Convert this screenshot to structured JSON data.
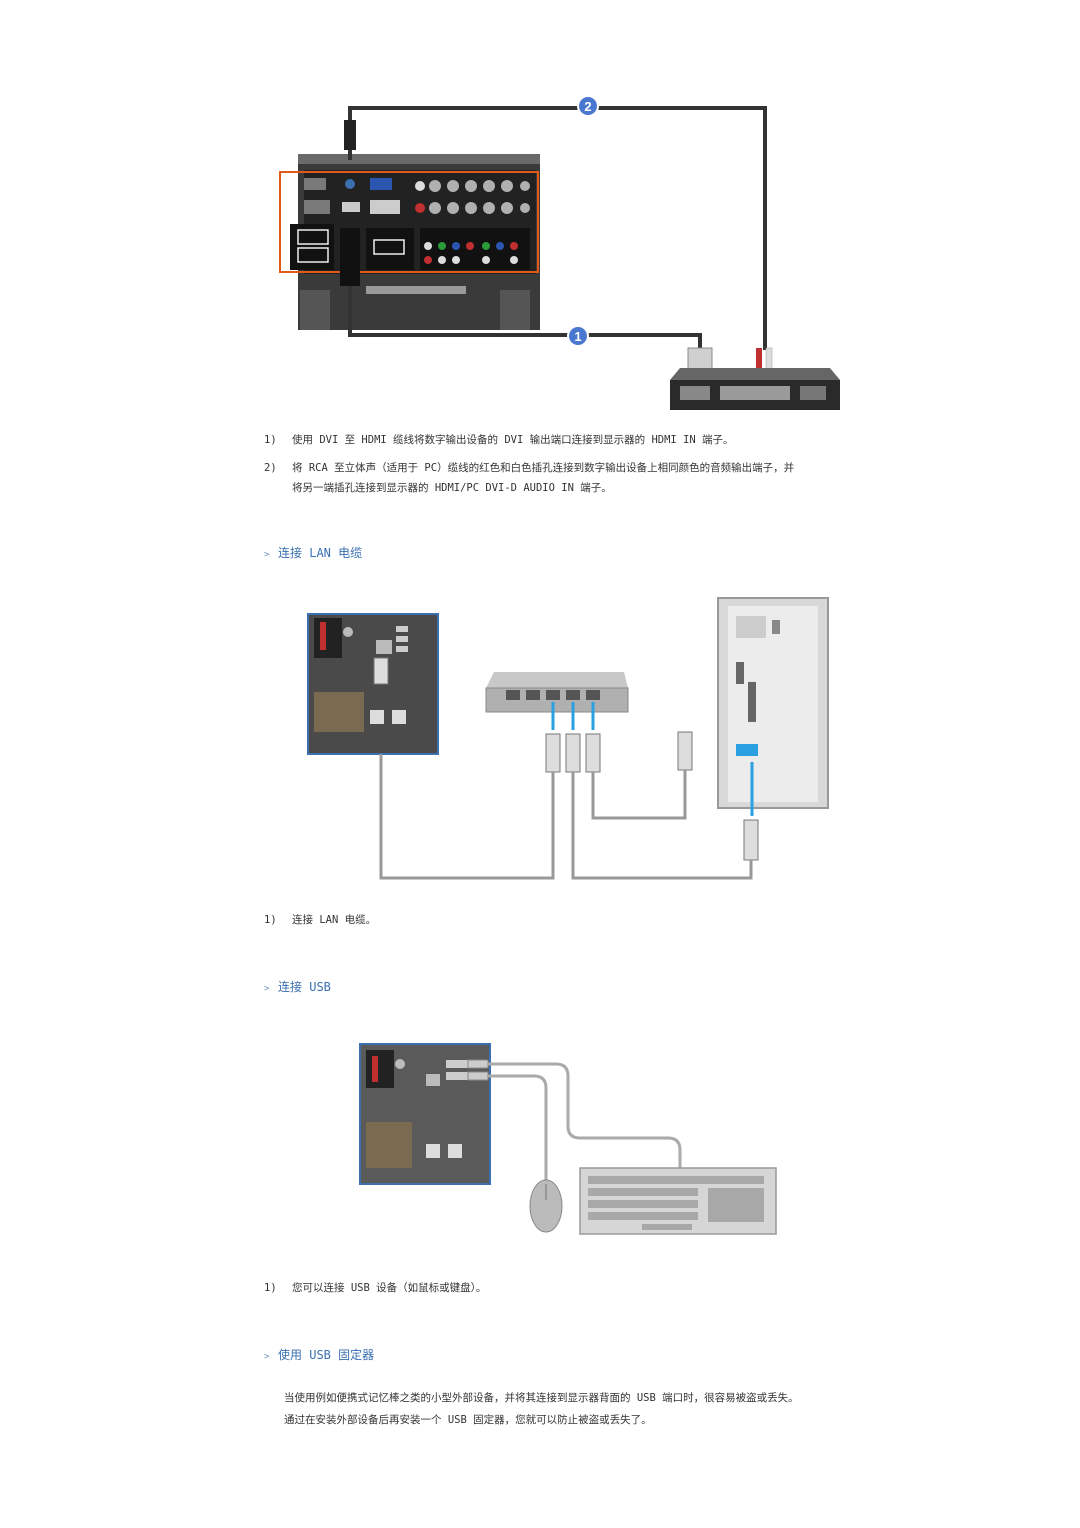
{
  "section1": {
    "steps": [
      {
        "num": "1)",
        "lines": [
          "使用 DVI 至 HDMI 缆线将数字输出设备的 DVI 输出端口连接到显示器的 HDMI IN 端子。"
        ]
      },
      {
        "num": "2)",
        "lines": [
          "将 RCA 至立体声（适用于 PC）缆线的红色和白色插孔连接到数字输出设备上相同颜色的音频输出端子，并",
          "将另一端插孔连接到显示器的 HDMI/PC DVI-D AUDIO IN 端子。"
        ]
      }
    ],
    "badges": [
      "1",
      "2"
    ]
  },
  "section2": {
    "title": "连接 LAN 电缆",
    "steps": [
      {
        "num": "1)",
        "lines": [
          "连接 LAN 电缆。"
        ]
      }
    ]
  },
  "section3": {
    "title": "连接 USB",
    "steps": [
      {
        "num": "1)",
        "lines": [
          "您可以连接 USB 设备（如鼠标或键盘）。"
        ]
      }
    ]
  },
  "section4": {
    "title": "使用 USB 固定器",
    "paragraph": [
      "当使用例如便携式记忆棒之类的小型外部设备，并将其连接到显示器背面的 USB 端口时，很容易被盗或丢失。",
      "通过在安装外部设备后再安装一个 USB 固定器，您就可以防止被盗或丢失了。"
    ]
  },
  "colors": {
    "heading": "#3a6fb0",
    "badge": "#4a78d0",
    "highlight": "#e05a1a",
    "cable": "#333333",
    "lan_cable": "#2aa0e0"
  }
}
